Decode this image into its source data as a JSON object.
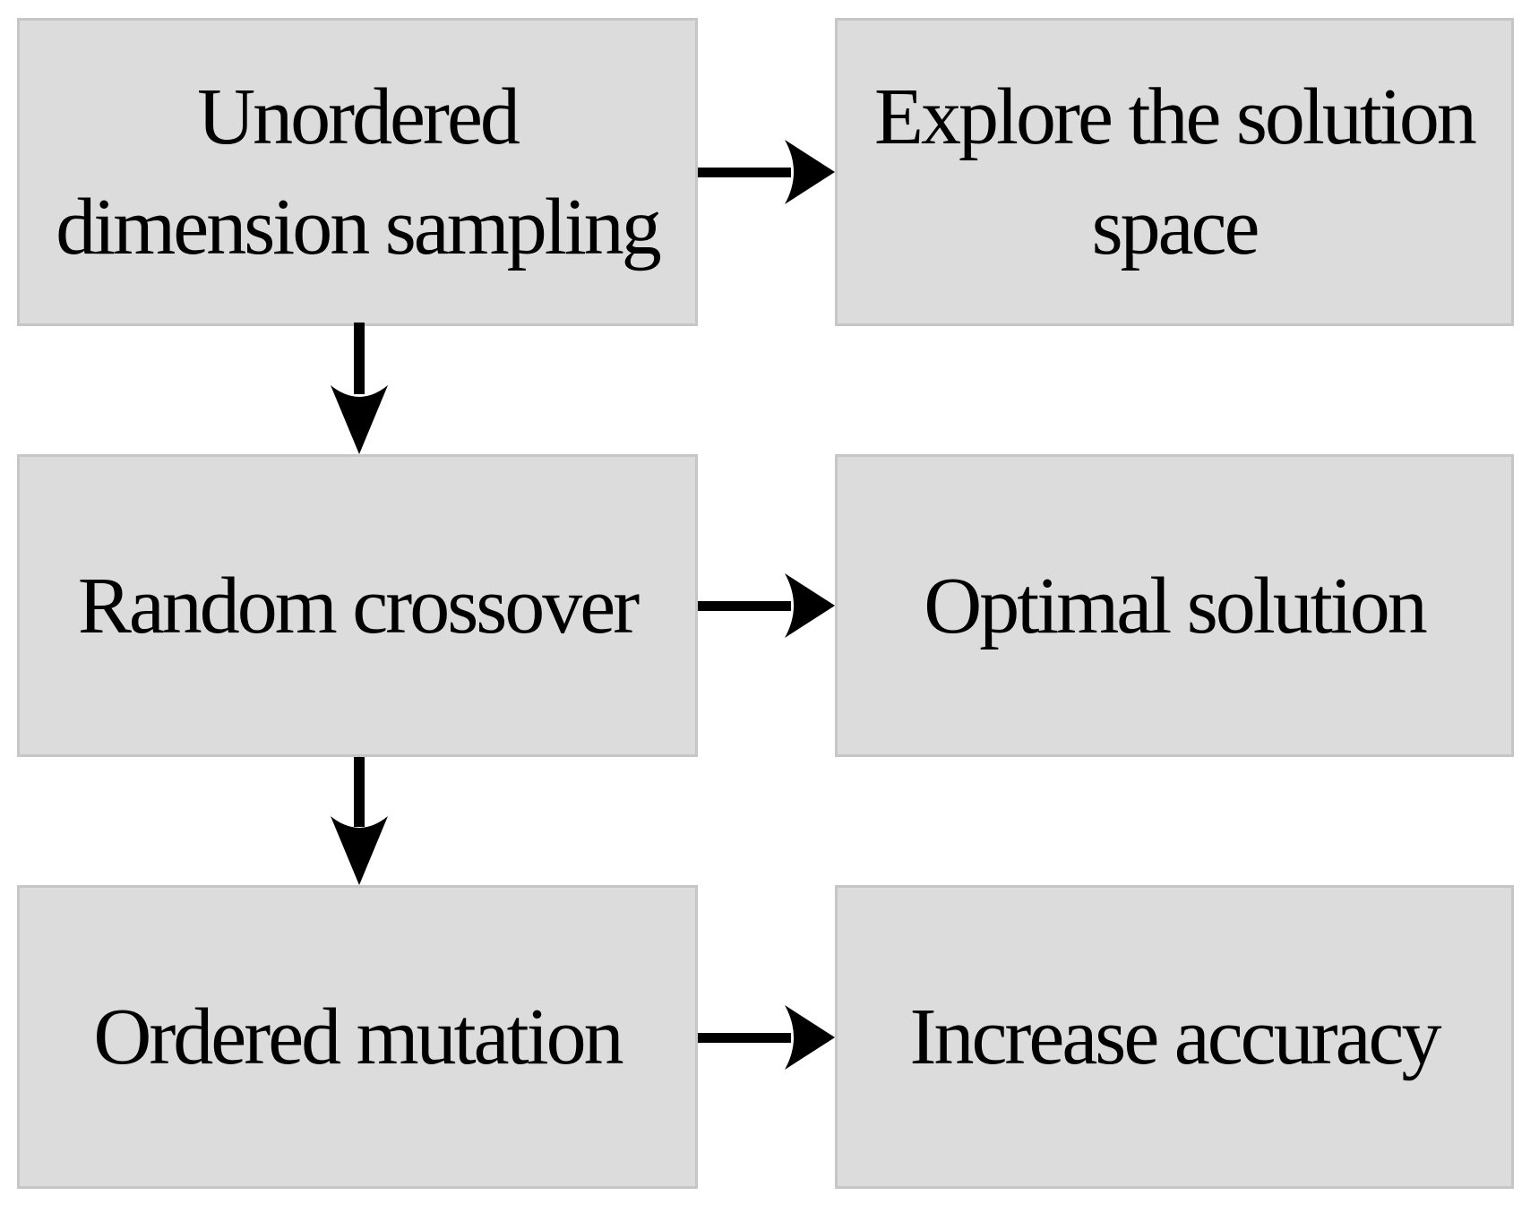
{
  "diagram": {
    "type": "flowchart",
    "colors": {
      "background": "#ffffff",
      "box_fill": "#dcdcdc",
      "box_border": "#c6c6c6",
      "text": "#000000",
      "arrow": "#000000"
    },
    "nodes": [
      {
        "id": "unordered-dimension-sampling",
        "label": "Unordered dimension sampling",
        "lines": [
          "Unordered",
          "dimension sampling"
        ],
        "column": "left",
        "row": 1
      },
      {
        "id": "explore-solution-space",
        "label": "Explore the solution space",
        "lines": [
          "Explore the solution",
          "space"
        ],
        "column": "right",
        "row": 1
      },
      {
        "id": "random-crossover",
        "label": "Random crossover",
        "lines": [
          "Random crossover"
        ],
        "column": "left",
        "row": 2
      },
      {
        "id": "optimal-solution",
        "label": "Optimal solution",
        "lines": [
          "Optimal solution"
        ],
        "column": "right",
        "row": 2
      },
      {
        "id": "ordered-mutation",
        "label": "Ordered mutation",
        "lines": [
          "Ordered mutation"
        ],
        "column": "left",
        "row": 3
      },
      {
        "id": "increase-accuracy",
        "label": "Increase accuracy",
        "lines": [
          "Increase accuracy"
        ],
        "column": "right",
        "row": 3
      }
    ],
    "edges": [
      {
        "from": "unordered-dimension-sampling",
        "to": "explore-solution-space",
        "direction": "right"
      },
      {
        "from": "unordered-dimension-sampling",
        "to": "random-crossover",
        "direction": "down"
      },
      {
        "from": "random-crossover",
        "to": "optimal-solution",
        "direction": "right"
      },
      {
        "from": "random-crossover",
        "to": "ordered-mutation",
        "direction": "down"
      },
      {
        "from": "ordered-mutation",
        "to": "increase-accuracy",
        "direction": "right"
      }
    ]
  }
}
